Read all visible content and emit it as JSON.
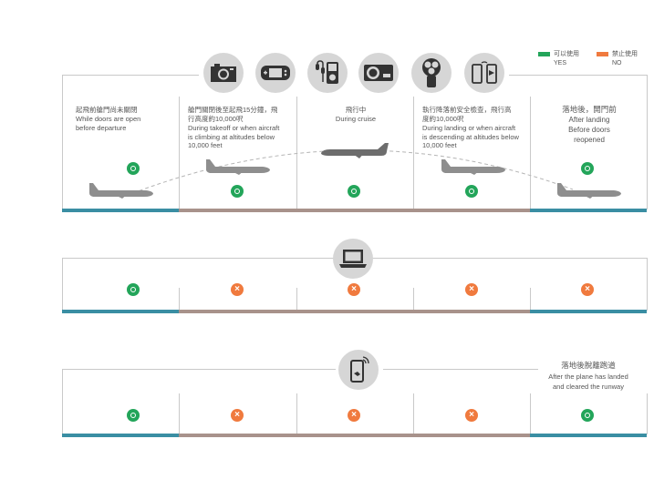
{
  "legend": {
    "yes": {
      "label_zh": "可以使用",
      "label_en": "YES",
      "color": "#23a55a"
    },
    "no": {
      "label_zh": "禁止使用",
      "label_en": "NO",
      "color": "#f07a3e"
    }
  },
  "phases": [
    {
      "zh": "起飛前艙門尚未關閉",
      "en": "While doors are open\nbefore departure"
    },
    {
      "zh": "艙門關閉後至起飛15分鐘，飛\n行高度約10,000呎",
      "en": "During takeoff or when aircraft\nis climbing at altitudes below\n10,000 feet"
    },
    {
      "zh": "飛行中",
      "en": "During cruise"
    },
    {
      "zh": "執行降落前安全檢查，飛行高\n度約10,000呎",
      "en": "During landing or when aircraft\nis descending at altitudes below\n10,000 feet"
    },
    {
      "zh": "落地後，開門前",
      "en": "After landing\nBefore doors\nreopened"
    }
  ],
  "row3_last": {
    "zh": "落地後脫離跑道",
    "en": "After the plane has landed\nand cleared the runway"
  },
  "rows": [
    {
      "device_icons": [
        "camera-icon",
        "game-console-icon",
        "mp3-player-icon",
        "camcorder-icon",
        "shaver-icon",
        "phone-pair-icon"
      ],
      "status": [
        "yes",
        "yes",
        "yes",
        "yes",
        "yes"
      ]
    },
    {
      "device_icons": [
        "laptop-icon"
      ],
      "status": [
        "yes",
        "no",
        "no",
        "no",
        "no"
      ]
    },
    {
      "device_icons": [
        "mobile-phone-icon"
      ],
      "status": [
        "yes",
        "no",
        "no",
        "no",
        "yes"
      ]
    }
  ],
  "colors": {
    "teal": "#3a8ea3",
    "brown": "#a8928b",
    "icon_bg": "#d6d6d6",
    "plane": "#8e8e8e"
  }
}
